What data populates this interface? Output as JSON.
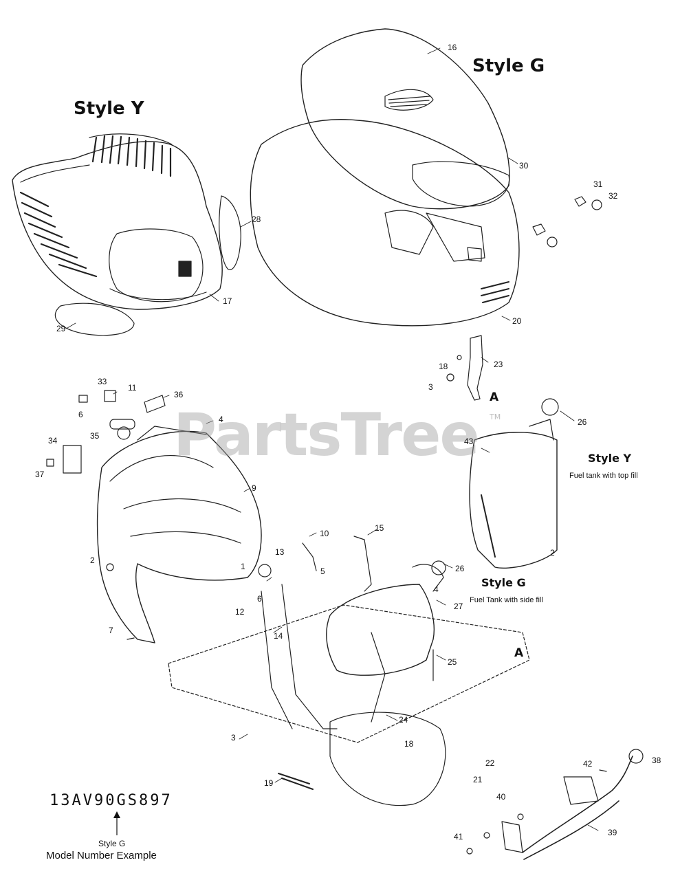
{
  "watermark": {
    "text": "PartsTree",
    "tm": "TM"
  },
  "style_labels": {
    "style_y_large": "Style Y",
    "style_g_large": "Style G",
    "style_y_tank": "Style Y",
    "style_y_tank_caption": "Fuel tank with top fill",
    "style_g_tank": "Style G",
    "style_g_tank_caption": "Fuel Tank with side fill"
  },
  "ref_letters": {
    "a_top": "A",
    "a_right": "A"
  },
  "model_example": {
    "number": "13AV90GS897",
    "line1": "Style G",
    "line2": "Model Number Example"
  },
  "callouts": {
    "c16": "16",
    "c30": "30",
    "c31": "31",
    "c32": "32",
    "c28": "28",
    "c17": "17",
    "c29": "29",
    "c20": "20",
    "c18a": "18",
    "c23": "23",
    "c3a": "3",
    "c33": "33",
    "c11": "11",
    "c36": "36",
    "c6a": "6",
    "c4a": "4",
    "c26a": "26",
    "c43": "43",
    "c34": "34",
    "c35": "35",
    "c37": "37",
    "c9": "9",
    "c10": "10",
    "c15": "15",
    "c2a": "2",
    "c2b": "2",
    "c13": "13",
    "c1": "1",
    "c5": "5",
    "c26b": "26",
    "c4b": "4",
    "c27": "27",
    "c12": "12",
    "c6b": "6",
    "c7": "7",
    "c14": "14",
    "c25": "25",
    "c24": "24",
    "c3b": "3",
    "c18b": "18",
    "c22": "22",
    "c21": "21",
    "c19": "19",
    "c42": "42",
    "c38": "38",
    "c40": "40",
    "c41": "41",
    "c39": "39"
  }
}
